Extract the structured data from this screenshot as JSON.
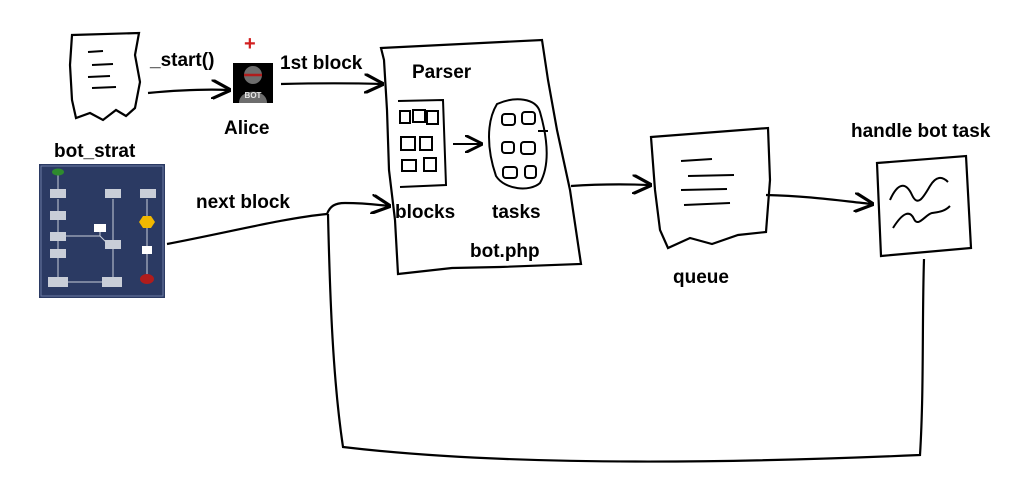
{
  "labels": {
    "start_call": "_start()",
    "first_block": "1st block",
    "alice": "Alice",
    "bot_badge": "BOT",
    "plus": "+",
    "parser": "Parser",
    "blocks": "blocks",
    "tasks": "tasks",
    "bot_php": "bot.php",
    "queue": "queue",
    "handle_bot_task": "handle bot task",
    "bot_strat": "bot_strat",
    "next_block": "next block"
  },
  "colors": {
    "ink": "#000000",
    "plus_red": "#d22020",
    "thumb_bg": "#2b3a63",
    "thumb_node": "#c9ced8",
    "thumb_start": "#2e8b2e",
    "thumb_yellow": "#f2b800",
    "thumb_red": "#b01c1c"
  },
  "icons": [
    "document-icon",
    "bot-avatar-icon",
    "flowchart-thumbnail",
    "chart-lines-icon"
  ]
}
